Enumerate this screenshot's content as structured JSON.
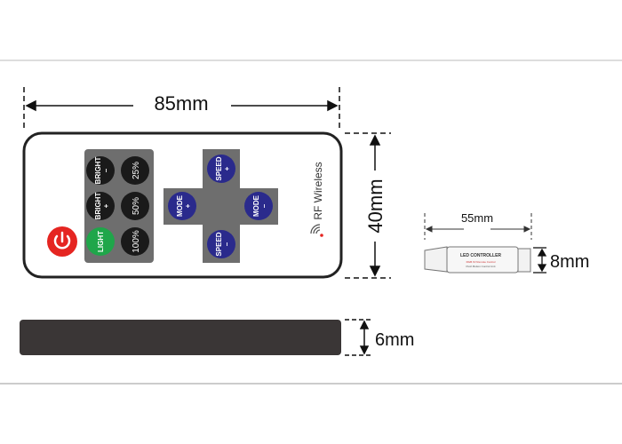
{
  "dimensions": {
    "length": "85mm",
    "width": "40mm",
    "thickness": "6mm",
    "controller_length": "55mm",
    "controller_height": "8mm"
  },
  "remote": {
    "buttons": {
      "bright_minus": [
        "BRIGHT",
        "–"
      ],
      "bright_plus": [
        "BRIGHT",
        "+"
      ],
      "light": "LIGHT",
      "p25": "25%",
      "p50": "50%",
      "p100": "100%",
      "speed_plus": [
        "SPEED",
        "+"
      ],
      "speed_minus": [
        "SPEED",
        "–"
      ],
      "mode_plus": [
        "MODE",
        "+"
      ],
      "mode_minus": [
        "MODE",
        "–"
      ]
    },
    "rf_label": "RF  Wireless"
  },
  "controller": {
    "label": "LED CONTROLLER",
    "sub1": "RGB 3V Remote Control",
    "sub2": "Push Button Control Unit"
  },
  "colors": {
    "power": "#e52521",
    "light": "#1fa64a",
    "mode": "#2a2a8c",
    "button": "#1a1a1a",
    "panel": "#6e6e6e",
    "body": "#3a3636"
  }
}
